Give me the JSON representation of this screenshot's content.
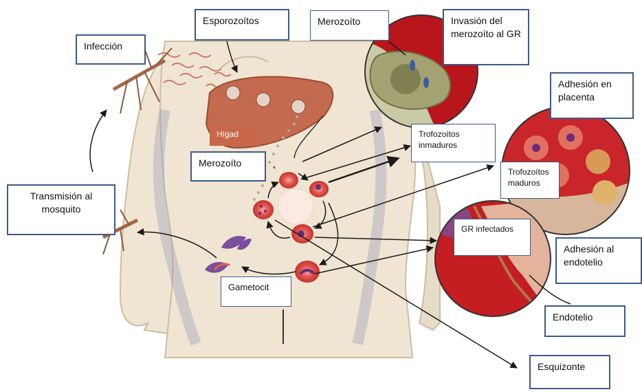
{
  "labels": {
    "esporozoitos": "Esporozoítos",
    "merozoito_top": "Merozoíto",
    "invasion": "Invasión del merozoíto al GR",
    "infeccion": "Infección",
    "adhesion_placenta": "Adhesión en placenta",
    "higado": "Hígad",
    "trofozoitos_inmaduros": "Trofozoítos inmaduros",
    "merozoito_mid": "Merozoíto",
    "trofozoitos_maduros": "Trofozoítos maduros",
    "transmision": "Transmisión al mosquito",
    "gr_infectados": "GR infectados",
    "adhesion_endotelio": "Adhesión al endotelio",
    "gametocit": "Gametocit",
    "endotelio": "Endotelio",
    "esquizonte": "Esquizonte"
  },
  "colors": {
    "label_border": "#3e5a86",
    "liver": "#c46a4f",
    "liver_label": "#c8674a",
    "rbc": "#d9453e",
    "skin": "#efe5d2",
    "blood_bg": "#b8161c",
    "arrow": "#1a1a1a"
  }
}
